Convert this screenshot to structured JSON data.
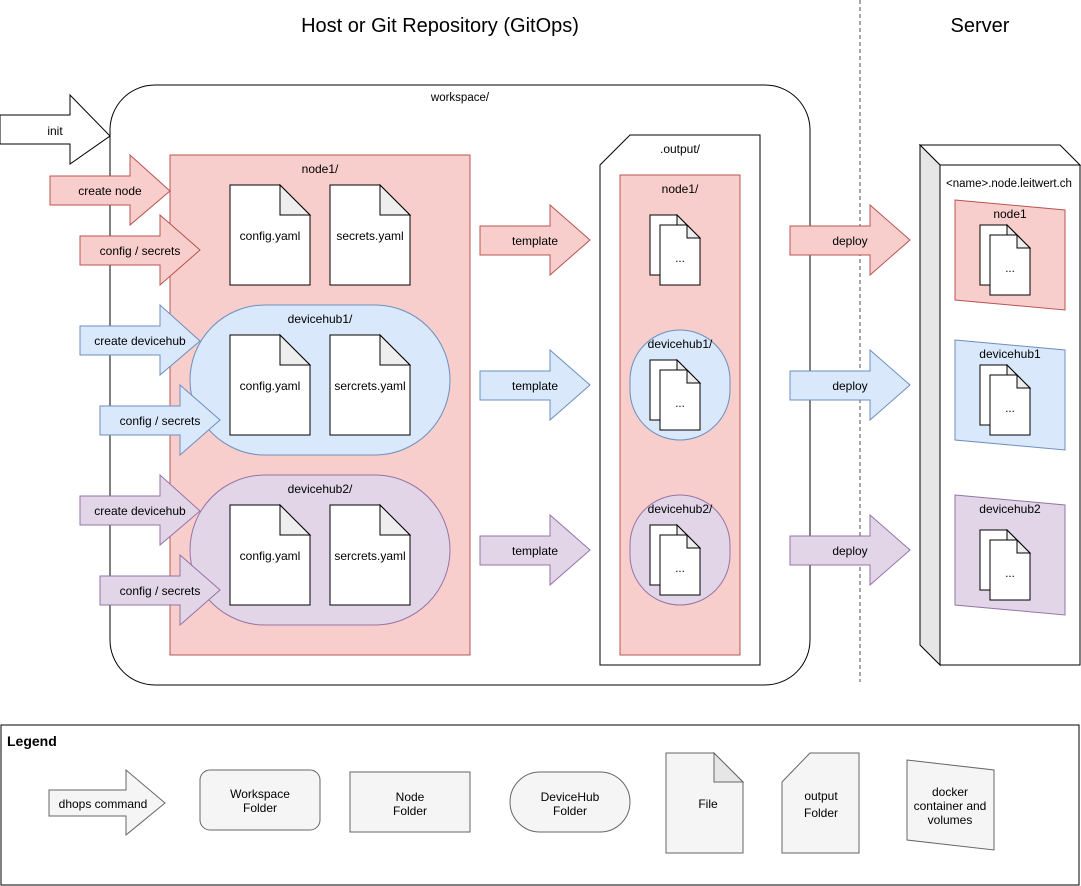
{
  "headers": {
    "host": "Host or Git Repository (GitOps)",
    "server": "Server"
  },
  "colors": {
    "node_fill": "#f8cecc",
    "node_stroke": "#b85450",
    "hub1_fill": "#dae8fc",
    "hub1_stroke": "#6c8ebf",
    "hub2_fill": "#e1d5e7",
    "hub2_stroke": "#9673a6",
    "legend_fill": "#f5f5f5",
    "legend_stroke": "#666666",
    "fold_fill": "#eeeeee"
  },
  "workspace": {
    "label": "workspace/",
    "init_arrow": "init",
    "node": {
      "label": "node1/",
      "commands": [
        "create node",
        "config / secrets"
      ],
      "files": [
        "config.yaml",
        "secrets.yaml"
      ]
    },
    "devicehubs": [
      {
        "label": "devicehub1/",
        "commands": [
          "create devicehub",
          "config / secrets"
        ],
        "files": [
          "config.yaml",
          "sercrets.yaml"
        ]
      },
      {
        "label": "devicehub2/",
        "commands": [
          "create devicehub",
          "config / secrets"
        ],
        "files": [
          "config.yaml",
          "sercrets.yaml"
        ]
      }
    ]
  },
  "template_arrows": [
    "template",
    "template",
    "template"
  ],
  "output": {
    "label": ".output/",
    "node_label": "node1/",
    "hub_labels": [
      "devicehub1/",
      "devicehub2/"
    ],
    "file_placeholder": "..."
  },
  "deploy_arrows": [
    "deploy",
    "deploy",
    "deploy"
  ],
  "server": {
    "host_label": "<name>.node.leitwert.ch",
    "containers": [
      "node1",
      "devicehub1",
      "devicehub2"
    ],
    "file_placeholder": "..."
  },
  "legend": {
    "title": "Legend",
    "items": [
      {
        "type": "arrow",
        "lines": [
          "dhops command"
        ]
      },
      {
        "type": "workspace-folder",
        "lines": [
          "Workspace",
          "Folder"
        ]
      },
      {
        "type": "node-folder",
        "lines": [
          "Node",
          "Folder"
        ]
      },
      {
        "type": "devicehub-folder",
        "lines": [
          "DeviceHub",
          "Folder"
        ]
      },
      {
        "type": "file",
        "lines": [
          "File"
        ]
      },
      {
        "type": "output-folder",
        "lines": [
          "output",
          "Folder"
        ]
      },
      {
        "type": "docker",
        "lines": [
          "docker",
          "container and",
          "volumes"
        ]
      }
    ]
  }
}
